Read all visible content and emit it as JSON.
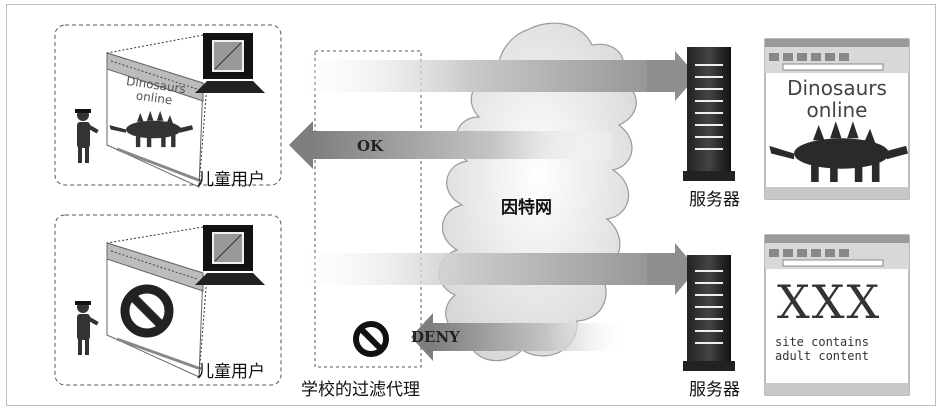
{
  "labels": {
    "child_user_top": "儿童用户",
    "child_user_bottom": "儿童用户",
    "server_top": "服务器",
    "server_bottom": "服务器",
    "internet": "因特网",
    "proxy": "学校的过滤代理",
    "ok": "OK",
    "deny": "DENY"
  },
  "screens": {
    "dinosaurs_title": "Dinosaurs online",
    "dinosaurs_line1": "Dinosaurs",
    "dinosaurs_line2": "online",
    "small_line1": "Dinosaurs",
    "small_line2": "online",
    "xxx": "XXX",
    "adult_line1": "site contains",
    "adult_line2": "adult content"
  },
  "icons": [
    "computer-monitor-icon",
    "child-figure-icon",
    "server-tower-icon",
    "stegosaurus-icon",
    "prohibited-icon",
    "cloud-icon",
    "browser-window-icon"
  ]
}
